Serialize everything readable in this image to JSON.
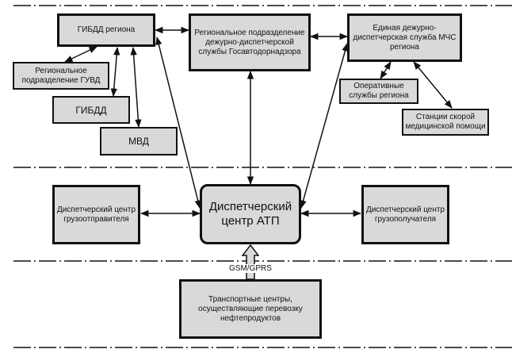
{
  "nodes": {
    "gibdd_region": "ГИБДД региона",
    "gosavto": "Региональное подразделение дежурно-диспетчерской службы Госавтодорнадзора",
    "mchs": "Единая дежурно-диспетчерская служба МЧС региона",
    "guvd": "Региональное подразделение ГУВД",
    "gibdd": "ГИБДД",
    "mvd": "МВД",
    "operative": "Оперативные службы региона",
    "ambulance": "Станции скорой медицинской помощи",
    "atp": "Диспетчерский центр АТП",
    "shipper": "Диспетчерский центр грузоотправителя",
    "consignee": "Диспетчерский центр грузополучателя",
    "transport": "Транспортные центры, осуществляющие перевозку нефтепродуктов"
  },
  "link_label": "GSM/GPRS",
  "colors": {
    "box_fill": "#d9d9d9",
    "stroke": "#111111"
  }
}
